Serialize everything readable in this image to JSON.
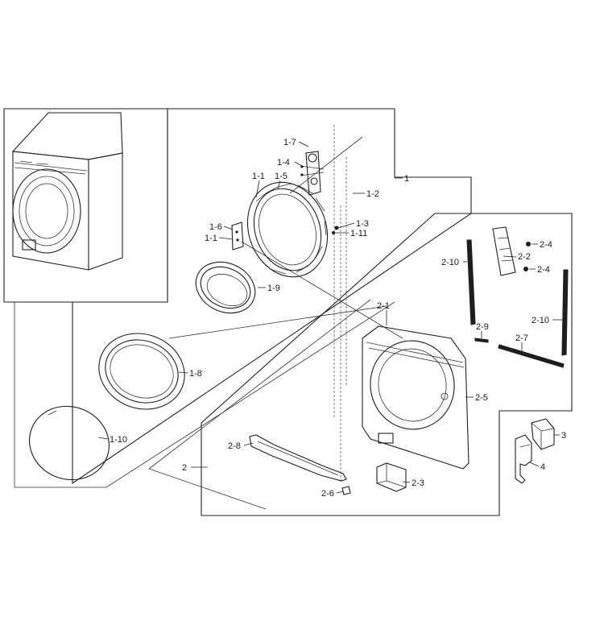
{
  "labels": {
    "l_1_7": "1-7",
    "l_1_4": "1-4",
    "l_1_1a": "1-1",
    "l_1_5": "1-5",
    "l_1_2": "1-2",
    "l_1": "1",
    "l_1_6": "1-6",
    "l_1_1b": "1-1",
    "l_1_3": "1-3",
    "l_1_11": "1-11",
    "l_1_9": "1-9",
    "l_1_8": "1-8",
    "l_1_10": "1-10",
    "l_2": "2",
    "l_2_1": "2-1",
    "l_2_2": "2-2",
    "l_2_4a": "2-4",
    "l_2_4b": "2-4",
    "l_2_10a": "2-10",
    "l_2_10b": "2-10",
    "l_2_9": "2-9",
    "l_2_7": "2-7",
    "l_2_5": "2-5",
    "l_2_8": "2-8",
    "l_2_3": "2-3",
    "l_2_6": "2-6",
    "l_3": "3",
    "l_4": "4"
  }
}
